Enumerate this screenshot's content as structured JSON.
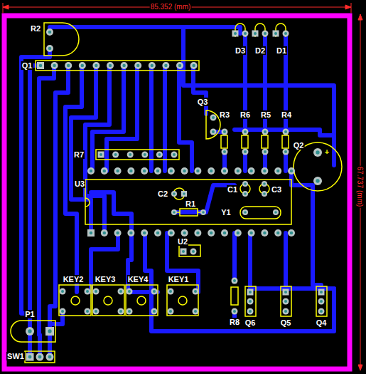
{
  "diagram": {
    "labels": [
      "85.352 (mm)",
      "67.737 (mm)",
      "R2",
      "D3",
      "D2",
      "D1",
      "Q1",
      "Q3",
      "R3",
      "R6",
      "R5",
      "R4",
      "Q2",
      "+",
      "R7",
      "U3",
      "C2",
      "R1",
      "C1",
      "C3",
      "Y1",
      "U2",
      "KEY2",
      "KEY3",
      "KEY4",
      "KEY1",
      "R8",
      "Q6",
      "Q5",
      "Q4",
      "P1",
      "SW1"
    ]
  }
}
